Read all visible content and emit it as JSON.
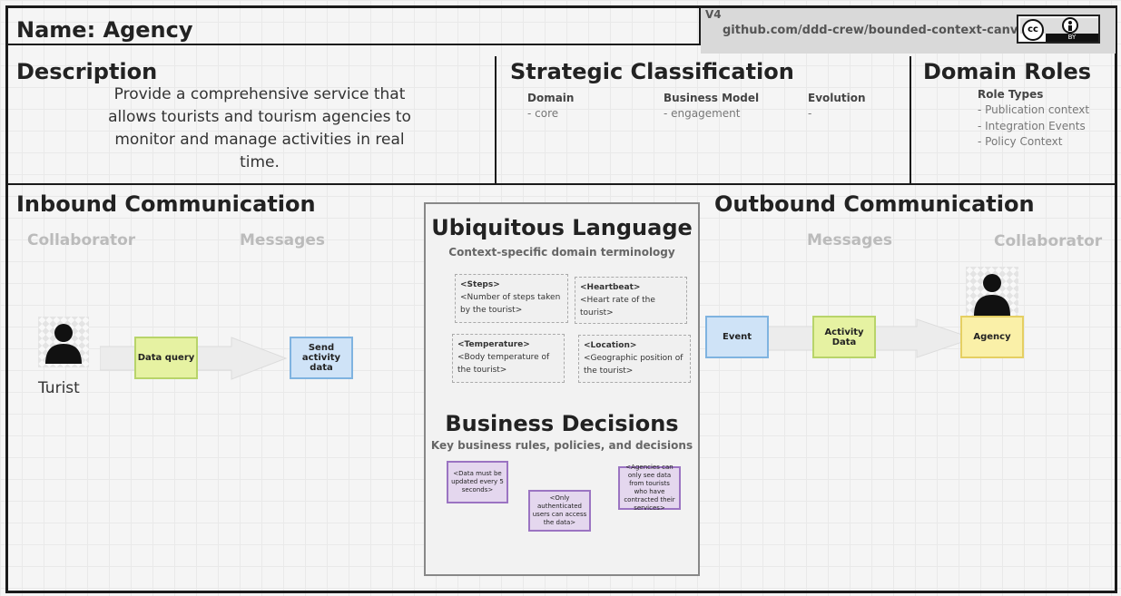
{
  "header": {
    "name_title": "Name: Agency",
    "version": "V4",
    "repo": "github.com/ddd-crew/bounded-context-canvas",
    "license_badge": "BY"
  },
  "description": {
    "heading": "Description",
    "text": "Provide a comprehensive service that allows tourists and tourism agencies to monitor and manage activities in real time."
  },
  "strategic": {
    "heading": "Strategic Classification",
    "domain_label": "Domain",
    "domain_value": "- core",
    "business_label": "Business Model",
    "business_value": "- engagement",
    "evolution_label": "Evolution",
    "evolution_value": "-"
  },
  "domain_roles": {
    "heading": "Domain Roles",
    "role_types_label": "Role Types",
    "items": [
      "- Publication context",
      "- Integration Events",
      "- Policy Context"
    ]
  },
  "inbound": {
    "heading": "Inbound Communication",
    "collaborator_label": "Collaborator",
    "messages_label": "Messages",
    "collaborator_name": "Turist",
    "query_sticky": "Data query",
    "send_sticky": "Send activity data"
  },
  "ubiquitous": {
    "heading": "Ubiquitous Language",
    "subheading": "Context-specific domain terminology",
    "terms": [
      {
        "name": "<Steps>",
        "desc": "<Number of steps taken by the tourist>"
      },
      {
        "name": "<Heartbeat>",
        "desc": "<Heart rate of the tourist>"
      },
      {
        "name": "<Temperature>",
        "desc": "<Body temperature of the tourist>"
      },
      {
        "name": "<Location>",
        "desc": "<Geographic position of the tourist>"
      }
    ]
  },
  "business_decisions": {
    "heading": "Business Decisions",
    "subheading": "Key business rules, policies, and decisions",
    "rules": [
      "<Data must be updated every 5 seconds>",
      "<Only authenticated users can access the data>",
      "<Agencies can only see data from tourists who have contracted their services>"
    ]
  },
  "outbound": {
    "heading": "Outbound Communication",
    "messages_label": "Messages",
    "collaborator_label": "Collaborator",
    "event_sticky": "Event",
    "activity_sticky": "Activity Data",
    "agency_sticky": "Agency"
  },
  "colors": {
    "green_sticky": "#e6f2a2",
    "blue_sticky": "#cfe3f7",
    "yellow_sticky": "#faf0a8",
    "purple_sticky": "#e4d7ee"
  }
}
